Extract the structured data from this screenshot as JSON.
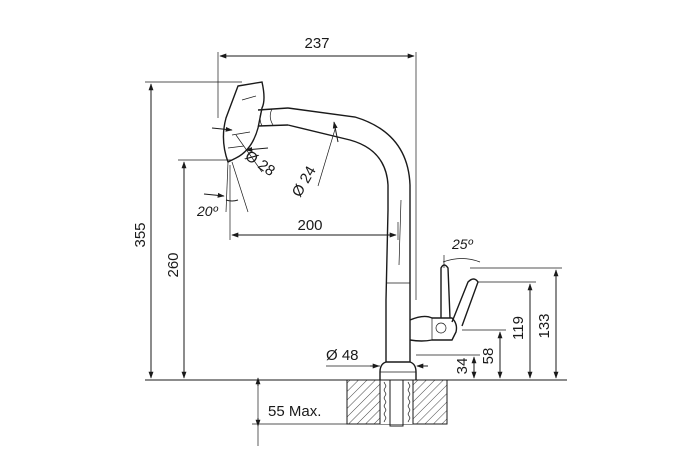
{
  "drawing": {
    "dimensions": {
      "overall_width": "237",
      "overall_height": "355",
      "spout_height": "260",
      "reach": "200",
      "spray_head_diameter": "Ø 28",
      "spout_diameter": "Ø 24",
      "spray_angle": "20º",
      "lever_angle": "25º",
      "base_diameter": "Ø 48",
      "lever_height": "133",
      "lever_pivot_height": "119",
      "body_joint_height": "58",
      "base_collar_height": "34",
      "max_counter_thickness": "55 Max."
    }
  }
}
